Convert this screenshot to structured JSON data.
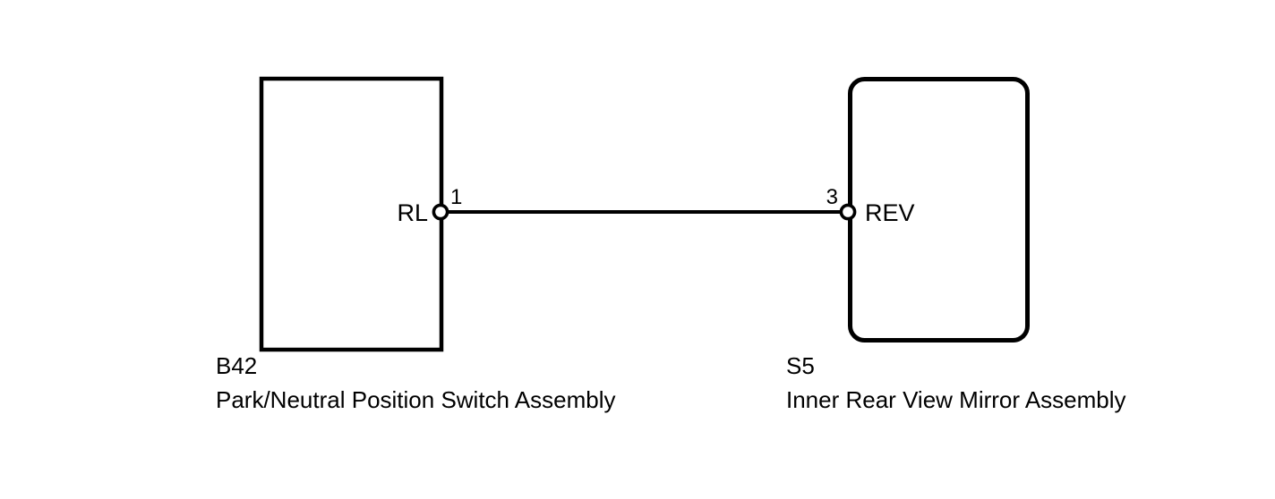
{
  "diagram": {
    "type": "automotive-wiring-diagram",
    "background_color": "#ffffff",
    "line_color": "#000000",
    "components": [
      {
        "code": "B42",
        "name": "Park/Neutral Position Switch Assembly",
        "shape": "rectangle",
        "terminal": {
          "number": "1",
          "label": "RL"
        }
      },
      {
        "code": "S5",
        "name": "Inner Rear View Mirror Assembly",
        "shape": "rounded-rectangle",
        "terminal": {
          "number": "3",
          "label": "REV"
        }
      }
    ],
    "connection": {
      "from": "B42-1-RL",
      "to": "S5-3-REV"
    }
  }
}
